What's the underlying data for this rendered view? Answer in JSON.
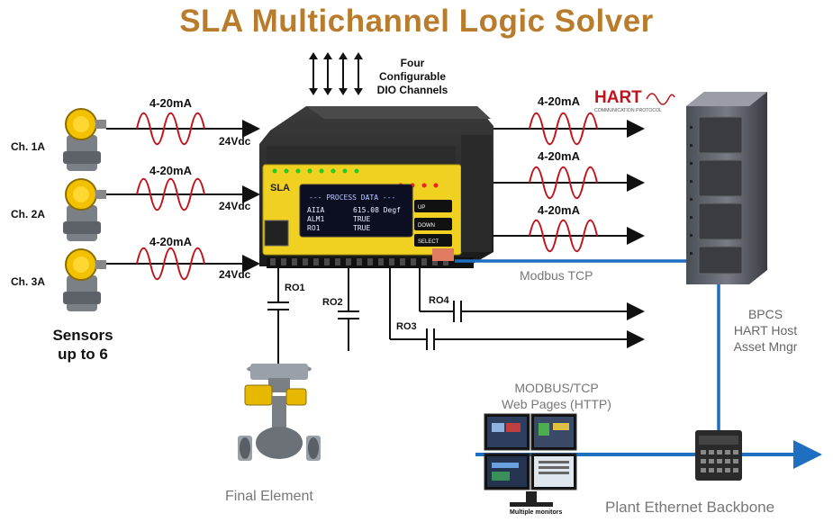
{
  "title": "SLA Multichannel Logic Solver",
  "dio_label": [
    "Four",
    "Configurable",
    "DIO Channels"
  ],
  "channels": [
    {
      "label": "Ch. 1A",
      "signal": "4-20mA",
      "power": "24Vdc"
    },
    {
      "label": "Ch. 2A",
      "signal": "4-20mA",
      "power": "24Vdc"
    },
    {
      "label": "Ch. 3A",
      "signal": "4-20mA",
      "power": "24Vdc"
    }
  ],
  "sensors_label": [
    "Sensors",
    "up to 6"
  ],
  "outputs_right": [
    "4-20mA",
    "4-20mA",
    "4-20mA"
  ],
  "hart_logo": {
    "text": "HART",
    "subtitle": "COMMUNICATION PROTOCOL"
  },
  "relays": [
    "RO1",
    "RO2",
    "RO3",
    "RO4"
  ],
  "modbus_tcp_label": "Modbus TCP",
  "bpcs_label": [
    "BPCS",
    "HART Host",
    "Asset Mngr"
  ],
  "modbus_web_label": [
    "MODBUS/TCP",
    "Web Pages (HTTP)"
  ],
  "final_element_label": "Final Element",
  "backbone_label": "Plant Ethernet Backbone",
  "monitors_caption": "Multiple monitors",
  "device": {
    "brand": "SLA",
    "display_title": "--- PROCESS DATA ---",
    "display_rows": [
      {
        "tag": "AIIA",
        "value": "615.08 Degf"
      },
      {
        "tag": "ALM1",
        "value": "TRUE"
      },
      {
        "tag": "RO1",
        "value": "TRUE"
      }
    ],
    "buttons": [
      "UP",
      "DOWN",
      "SELECT"
    ]
  },
  "colors": {
    "title": "#b87c2c",
    "wave": "#c0141c",
    "network": "#1f6fc0",
    "device_yellow": "#f0d020"
  }
}
